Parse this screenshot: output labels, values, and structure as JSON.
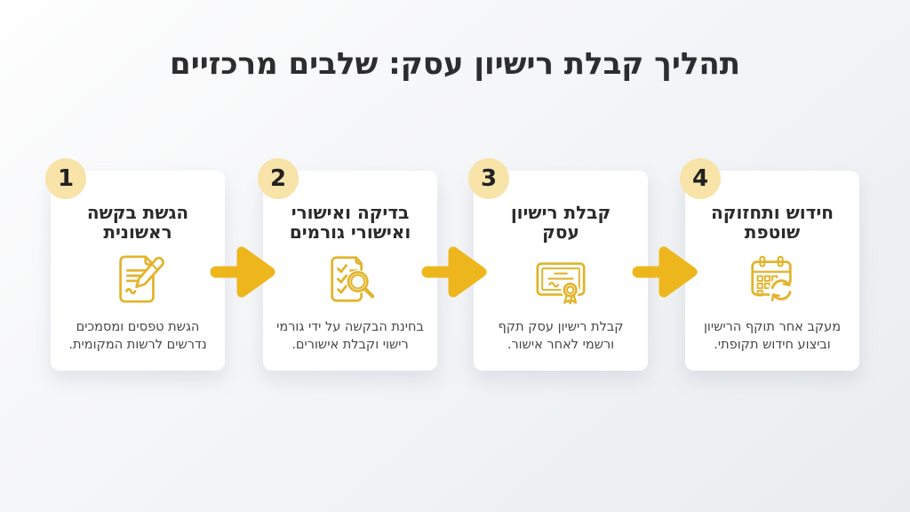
{
  "header": {
    "title": "תהליך קבלת רישיון עסק: שלבים מרכזיים"
  },
  "colors": {
    "arrow_gold": "#EDB61C",
    "icon_gold": "#E3B32A",
    "badge_bg": "#F8E3A8",
    "card_bg": "#FFFFFF",
    "title_text": "#2D2D2D",
    "desc_text": "#474747",
    "background_start": "#FEFEFE",
    "background_end": "#E9EDF0"
  },
  "steps": [
    {
      "number": "1",
      "title": "הגשת בקשה\nראשונית",
      "description": "הגשת טפסים ומסמכים\nנדרשים לרשות המקומית.",
      "icon": "document-pen-icon"
    },
    {
      "number": "2",
      "title": "בדיקה ואישורי\nואישורי גורמים",
      "description": "בחינת הבקשה על ידי גורמי\nרישוי וקבלת אישורים.",
      "icon": "checklist-magnifier-icon"
    },
    {
      "number": "3",
      "title": "קבלת רישיון\nעסק",
      "description": "קבלת רישיון עסק תקף\nורשמי לאחר אישור.",
      "icon": "certificate-ribbon-icon"
    },
    {
      "number": "4",
      "title": "חידוש ותחזוקה\nשוטפת",
      "description": "מעקב אחר תוקף הרישיון\nוביצוע חידוש תקופתי.",
      "icon": "calendar-refresh-icon"
    }
  ],
  "arrows": {
    "direction": "right",
    "count": 3
  }
}
